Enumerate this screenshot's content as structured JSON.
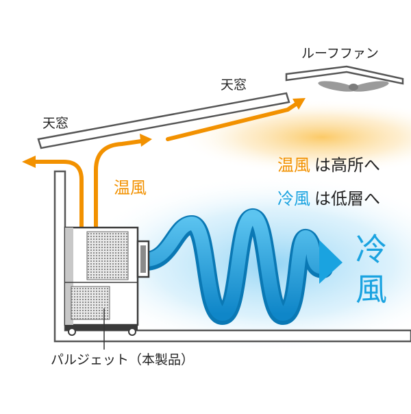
{
  "labels": {
    "skylight_left": "天窓",
    "skylight_right": "天窓",
    "roof_fan": "ルーフファン",
    "warm_air": "温風",
    "product": "パルジェット（本製品）"
  },
  "legend": {
    "warm_colored": "温風",
    "warm_rest": "は高所へ",
    "cool_colored": "冷風",
    "cool_rest": "は低層へ"
  },
  "cool_air_vertical": [
    "冷",
    "風"
  ],
  "colors": {
    "warm": "#f29100",
    "cool": "#1aa3e0",
    "cool_dark": "#0a78b4",
    "outline": "#555555"
  }
}
